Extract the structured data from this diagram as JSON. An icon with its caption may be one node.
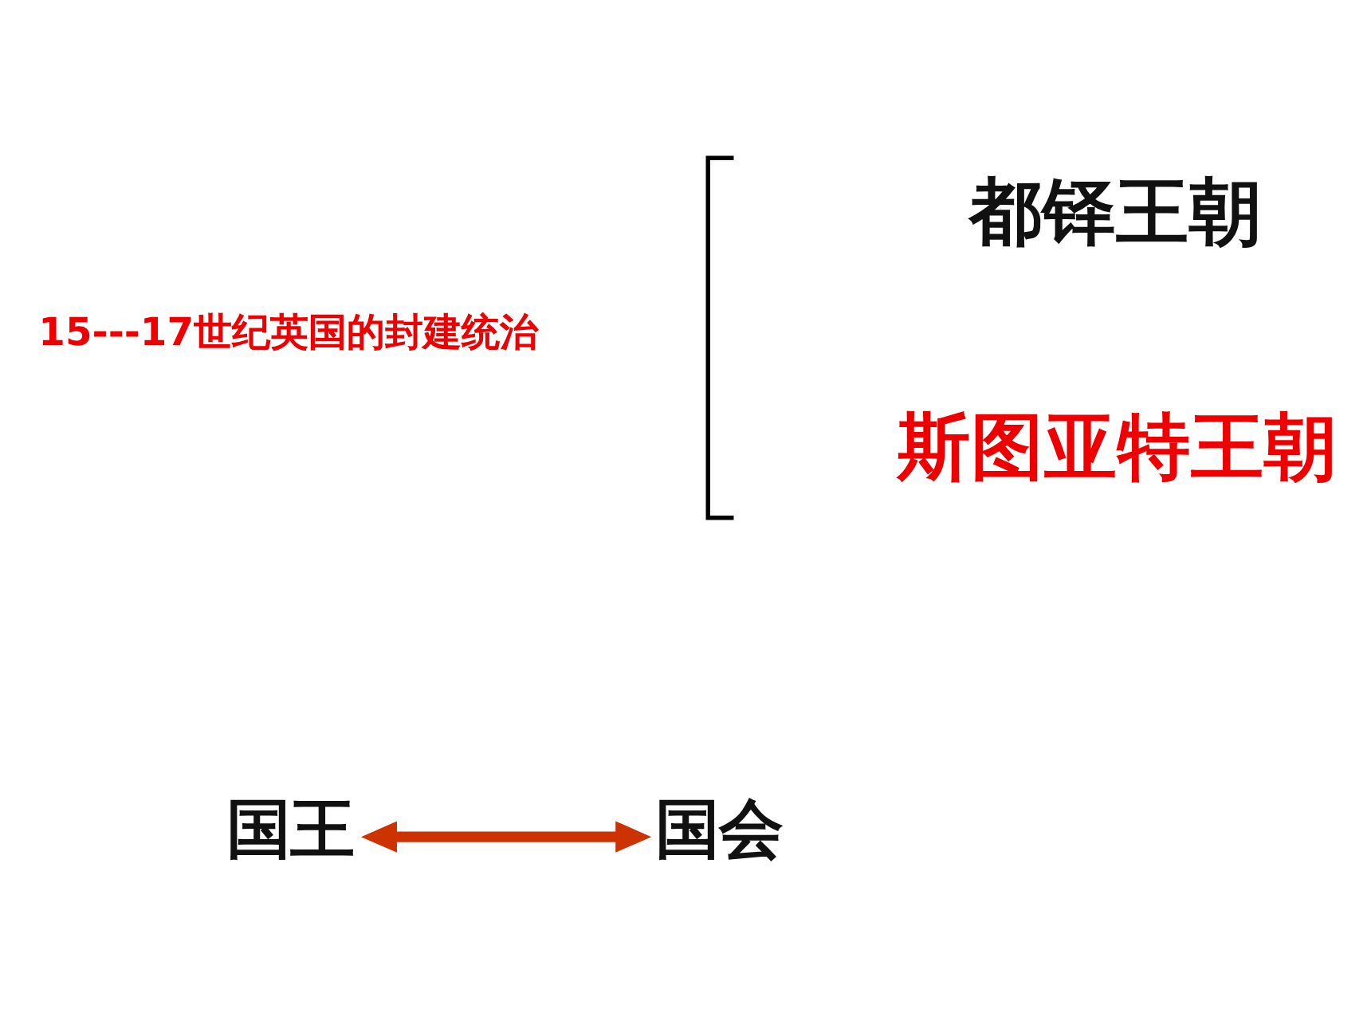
{
  "diagram": {
    "nodes": [
      {
        "text": [
          "国王"
        ]
      },
      {
        "text": [
          "国会"
        ]
      }
    ],
    "edges": [
      {
        "from": 0,
        "to": 1,
        "arrow": "both",
        "color": "#cc3300"
      }
    ],
    "labels": [
      "15---17世纪英国的封建统治",
      "都铎王朝",
      "斯图亚特王朝"
    ]
  }
}
